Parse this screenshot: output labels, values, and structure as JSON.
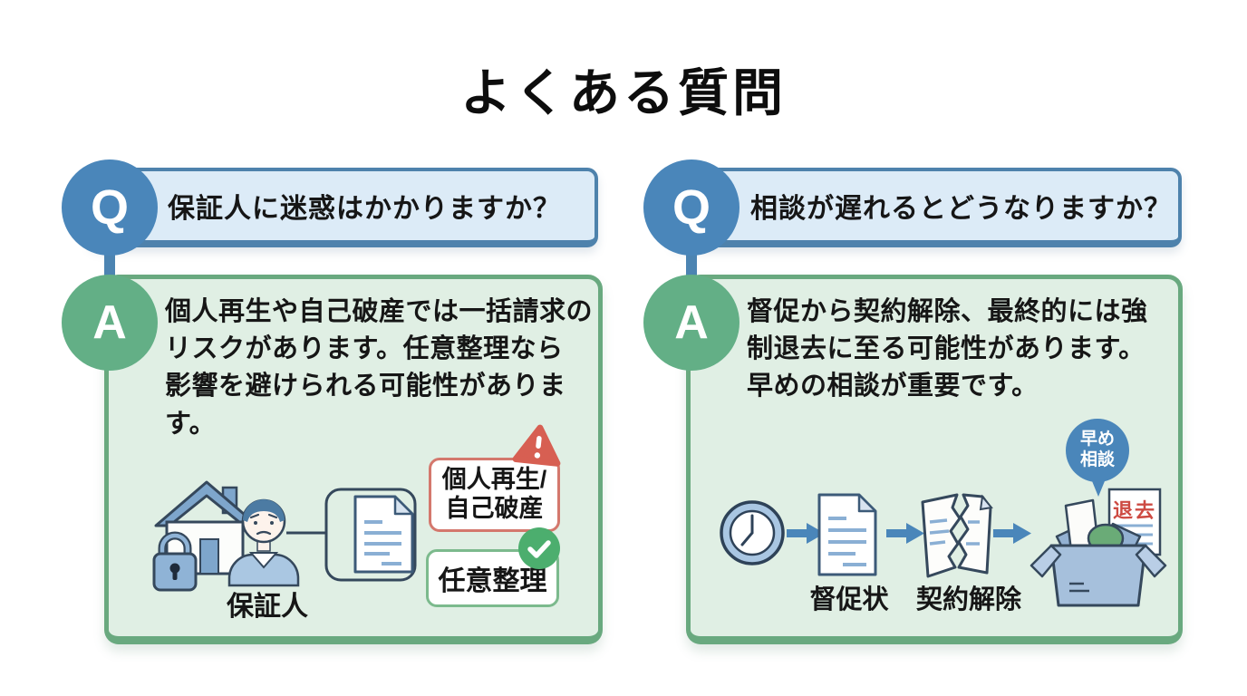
{
  "title": "よくある質問",
  "colors": {
    "accent_blue": "#4a86ba",
    "accent_green": "#63af86",
    "bar_fill": "#dcebf7",
    "card_fill": "#e0efe4",
    "alert_red": "#d75f52",
    "check_green": "#4cae6e",
    "eviction_red": "#cd4a42"
  },
  "faq": [
    {
      "q_label": "Q",
      "a_label": "A",
      "question": "保証人に迷惑はかかりますか？",
      "answer": "個人再生や自己破産では一括請求の\nリスクがあります。任意整理なら\n影響を避けられる可能性がありま\nす。",
      "illustration": {
        "person_label": "保証人",
        "risk_label": "個人再生/\n自己破産",
        "safe_label": "任意整理"
      }
    },
    {
      "q_label": "Q",
      "a_label": "A",
      "question": "相談が遅れるとどうなりますか？",
      "answer": "督促から契約解除、最終的には強\n制退去に至る可能性があります。\n早めの相談が重要です。",
      "illustration": {
        "step1_label": "督促状",
        "step2_label": "契約解除",
        "eviction_label": "退去",
        "bubble_label": "早め\n相談"
      }
    }
  ]
}
